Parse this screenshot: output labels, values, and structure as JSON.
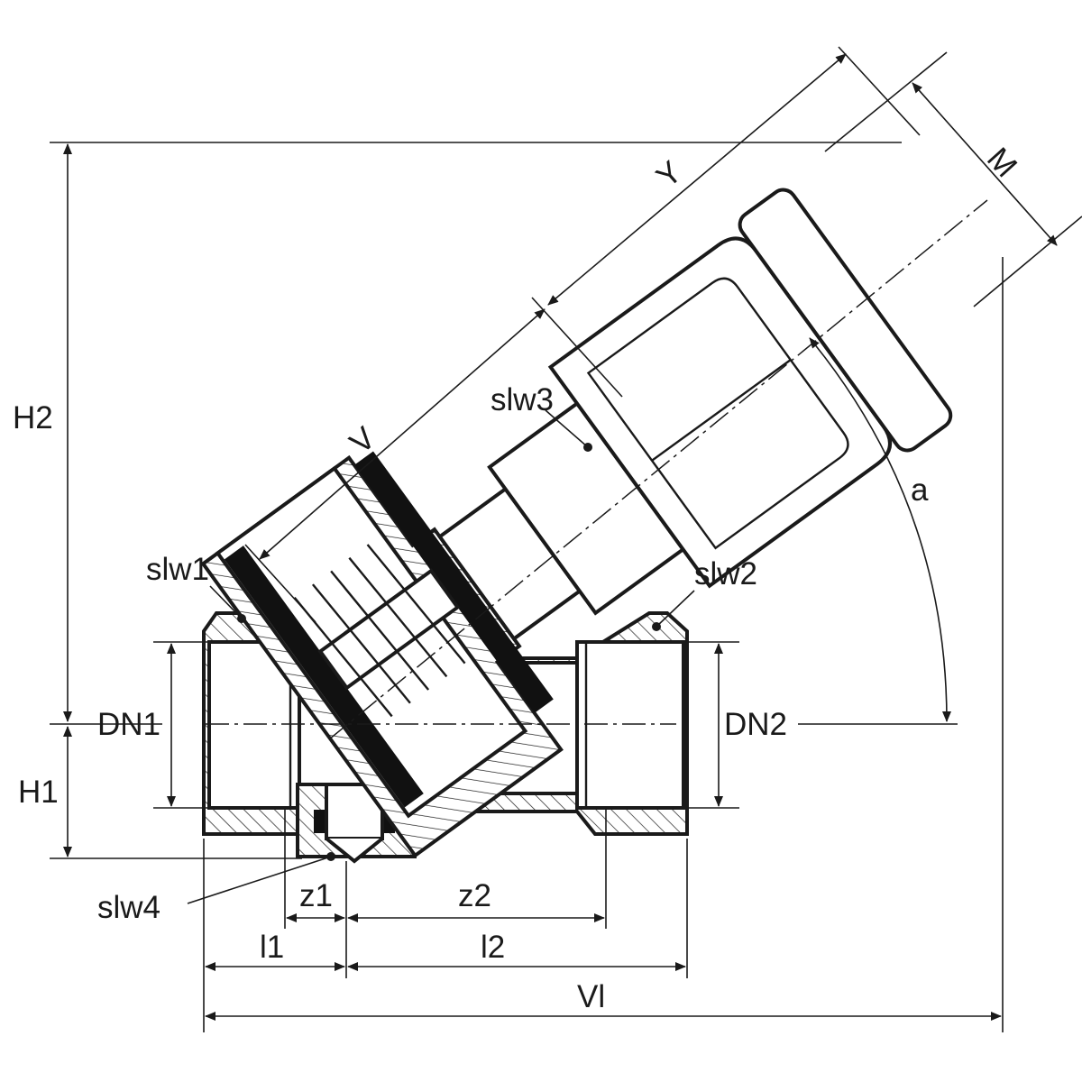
{
  "drawing": {
    "labels": {
      "H2": "H2",
      "H1": "H1",
      "DN1": "DN1",
      "DN2": "DN2",
      "slw1": "slw1",
      "slw2": "slw2",
      "slw3": "slw3",
      "slw4": "slw4",
      "V": "V",
      "Y": "Y",
      "M": "M",
      "a": "a",
      "z1": "z1",
      "z2": "z2",
      "l1": "l1",
      "l2": "l2",
      "Vl": "Vl"
    }
  }
}
